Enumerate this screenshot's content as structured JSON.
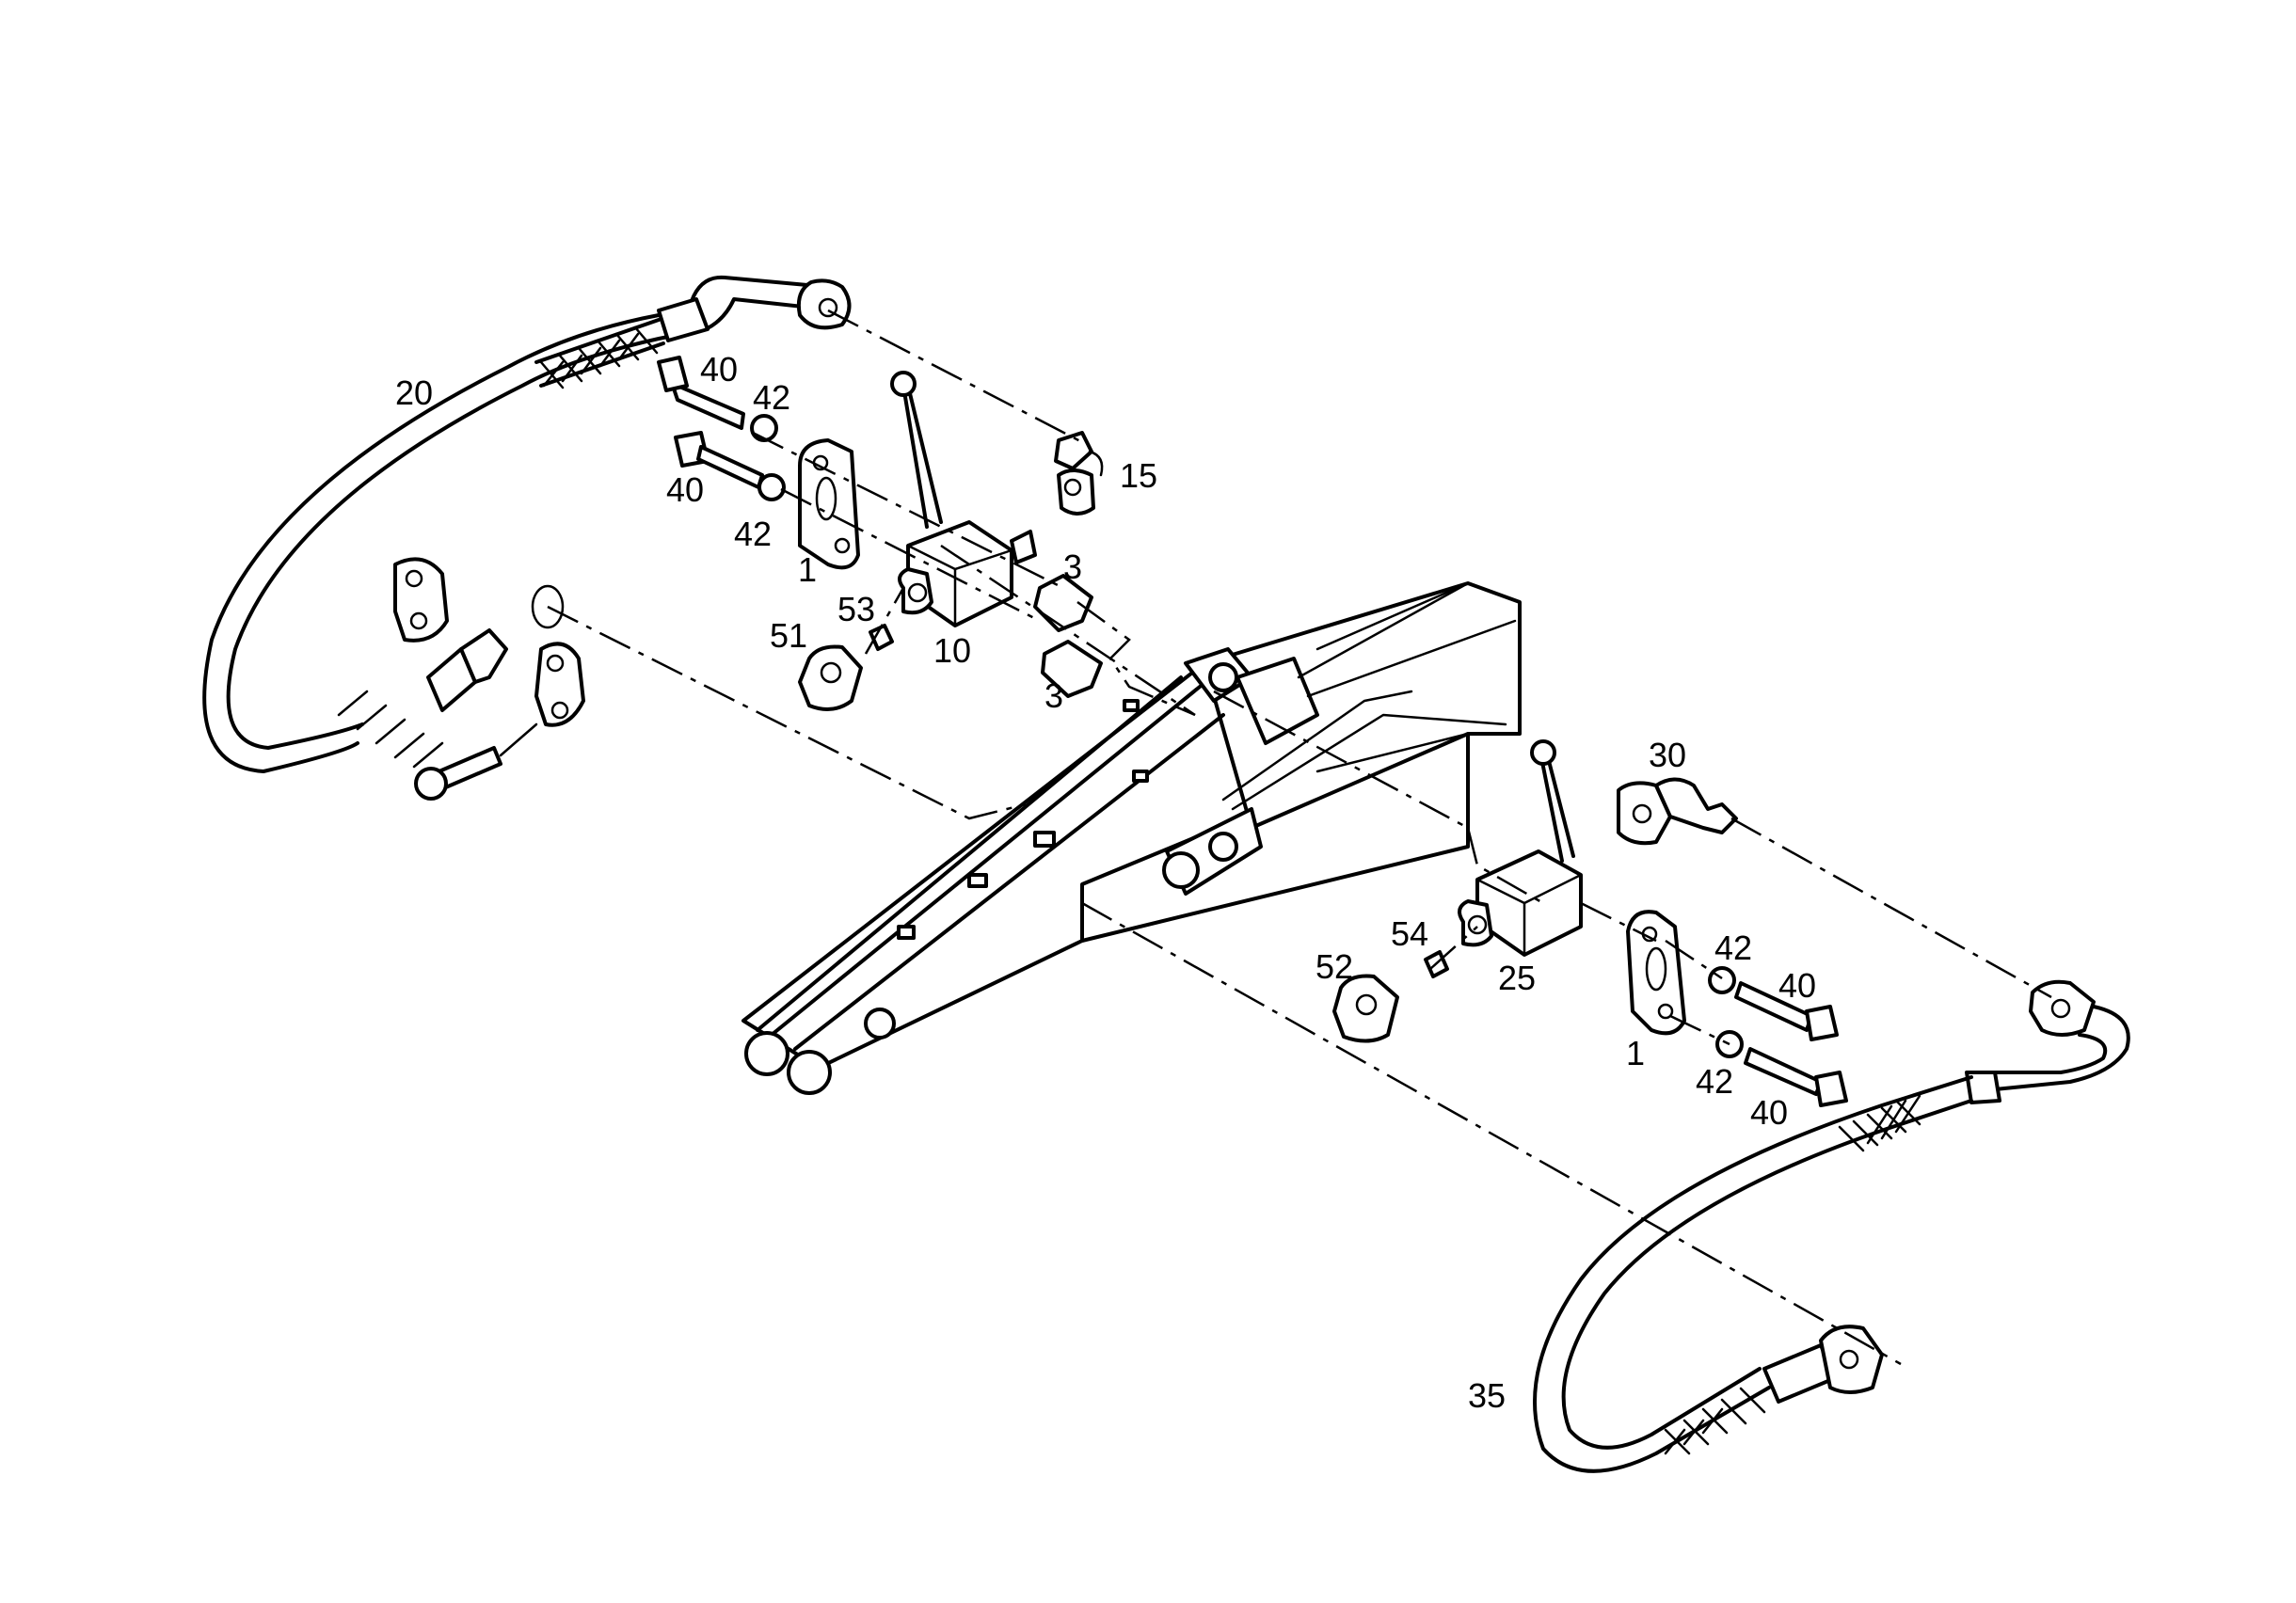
{
  "labels": {
    "l20": "20",
    "l40a": "40",
    "l42a": "42",
    "l40b": "40",
    "l42b": "42",
    "l1a": "1",
    "l15": "15",
    "l3a": "3",
    "l53": "53",
    "l51": "51",
    "l10": "10",
    "l3b": "3",
    "l30": "30",
    "l54": "54",
    "l52": "52",
    "l25": "25",
    "l42c": "42",
    "l40c": "40",
    "l1b": "1",
    "l42d": "42",
    "l40d": "40",
    "l35": "35"
  }
}
